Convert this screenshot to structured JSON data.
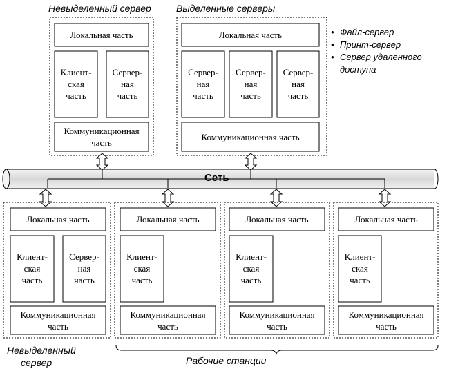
{
  "labels": {
    "top_left_title": "Невыделенный сервер",
    "top_right_title": "Выделенные серверы",
    "network": "Сеть",
    "bottom_left_title_line1": "Невыделенный",
    "bottom_left_title_line2": "сервер",
    "workstations": "Рабочие станции"
  },
  "server_types": [
    "Файл-сервер",
    "Принт-сервер",
    "Сервер удаленного",
    "доступа"
  ],
  "blocks": {
    "local": "Локальная часть",
    "comm_line1": "Коммуникационная",
    "comm_line2": "часть",
    "comm_single": "Коммуникационная часть",
    "client_1": "Клиент-",
    "client_2": "ская",
    "client_3": "часть",
    "server_1": "Сервер-",
    "server_2": "ная",
    "server_3": "часть"
  },
  "colors": {
    "stroke": "#000000",
    "network_fill": "#e6e6e6",
    "background": "#ffffff"
  },
  "icons": {
    "bullet": "•",
    "connector": "double-arrow-icon"
  }
}
